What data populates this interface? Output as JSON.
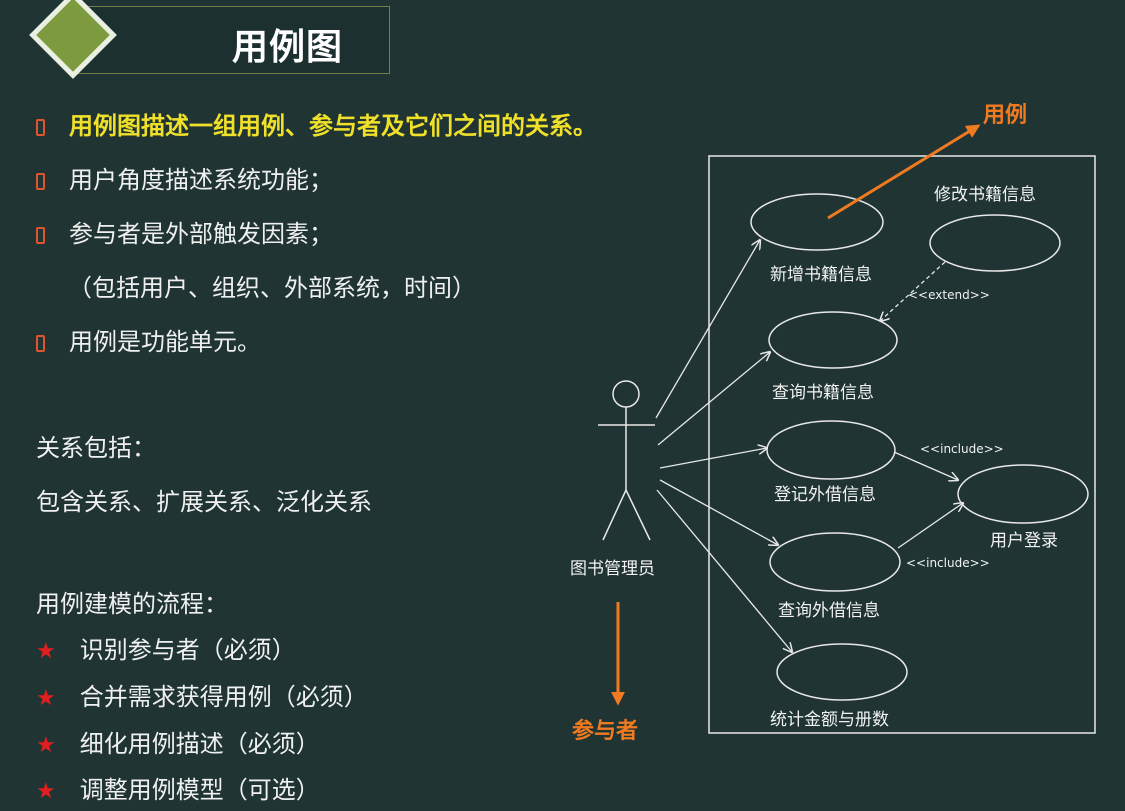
{
  "title": "用例图",
  "bullets": [
    {
      "text": "用例图描述一组用例、参与者及它们之间的关系。",
      "highlight": true
    },
    {
      "text": "用户角度描述系统功能；",
      "highlight": false
    },
    {
      "text": "参与者是外部触发因素；",
      "highlight": false
    },
    {
      "text": "（包括用户、组织、外部系统，时间）",
      "indent": true
    },
    {
      "text": "用例是功能单元。",
      "highlight": false
    }
  ],
  "relations_heading": "关系包括：",
  "relations_text": "包含关系、扩展关系、泛化关系",
  "process_heading": "用例建模的流程：",
  "process_steps": [
    "识别参与者（必须）",
    "合并需求获得用例（必须）",
    "细化用例描述（必须）",
    "调整用例模型（可选）"
  ],
  "diagram": {
    "actor": "图书管理员",
    "use_cases": {
      "add_book": "新增书籍信息",
      "modify_book": "修改书籍信息",
      "query_book": "查询书籍信息",
      "register_loan": "登记外借信息",
      "user_login": "用户登录",
      "query_loan": "查询外借信息",
      "statistics": "统计金额与册数"
    },
    "stereotypes": {
      "extend": "<<extend>>",
      "include_1": "<<include>>",
      "include_2": "<<include>>"
    },
    "callout_usecase": "用例",
    "callout_actor": "参与者"
  },
  "colors": {
    "background": "#1f3433",
    "highlight_text": "#f0e02a",
    "accent_orange": "#f07a20",
    "bullet_mark": "#e0552a",
    "star": "#e02020",
    "title_diamond": "#7e9a3f"
  }
}
